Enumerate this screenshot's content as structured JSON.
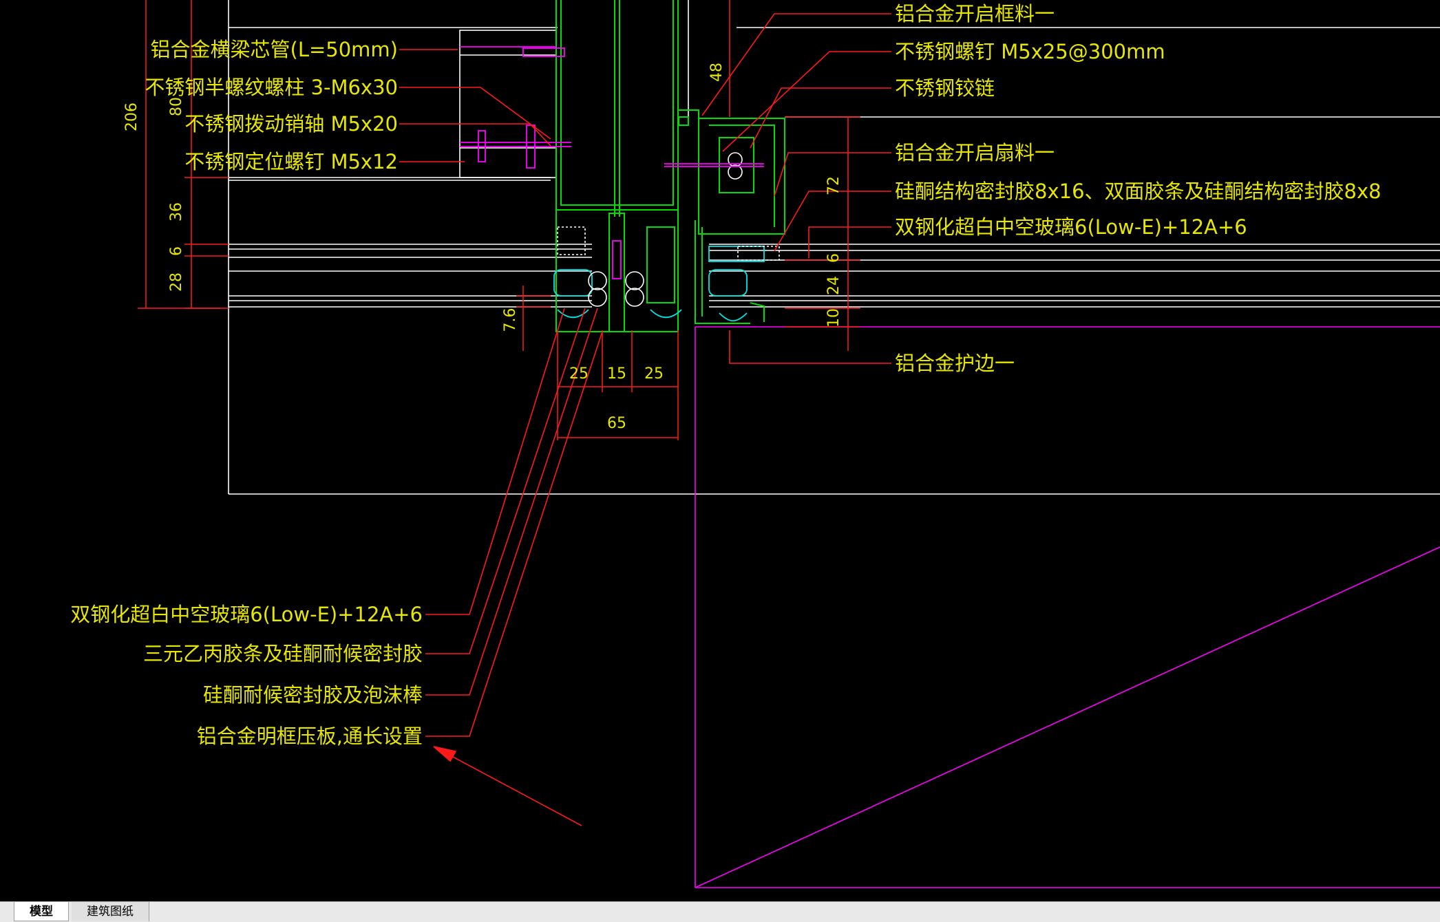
{
  "labels": {
    "right_1": "铝合金开启框料一",
    "right_2": "不锈钢螺钉 M5x25@300mm",
    "right_3": "不锈钢铰链",
    "right_4": "铝合金开启扇料一",
    "right_5": "硅酮结构密封胶8x16、双面胶条及硅酮结构密封胶8x8",
    "right_6": "双钢化超白中空玻璃6(Low-E)+12A+6",
    "right_7": "铝合金护边一",
    "left_1": "铝合金横梁芯管(L=50mm)",
    "left_2": "不锈钢半螺纹螺柱 3-M6x30",
    "left_3": "不锈钢拨动销轴 M5x20",
    "left_4": "不锈钢定位螺钉 M5x12",
    "bottom_1": "双钢化超白中空玻璃6(Low-E)+12A+6",
    "bottom_2": "三元乙丙胶条及硅酮耐候密封胶",
    "bottom_3": "硅酮耐候密封胶及泡沫棒",
    "bottom_4": "铝合金明框压板,通长设置"
  },
  "dims": {
    "d206": "206",
    "d80": "80",
    "d36": "36",
    "d6_left": "6",
    "d28": "28",
    "d76": "7.6",
    "d48": "48",
    "d72": "72",
    "d6_right": "6",
    "d24": "24",
    "d10": "10",
    "d25a": "25",
    "d15": "15",
    "d25b": "25",
    "d65": "65"
  },
  "tabs": [
    {
      "label": "模型",
      "active": true
    },
    {
      "label": "建筑图纸",
      "active": false
    }
  ],
  "colors": {
    "background": "#000000",
    "text": "#e6e600",
    "leader": "#ff1a1a",
    "profile": "#00dd00",
    "accent": "#ff00ff",
    "line": "#ffffff",
    "gasket": "#00e5e5"
  }
}
